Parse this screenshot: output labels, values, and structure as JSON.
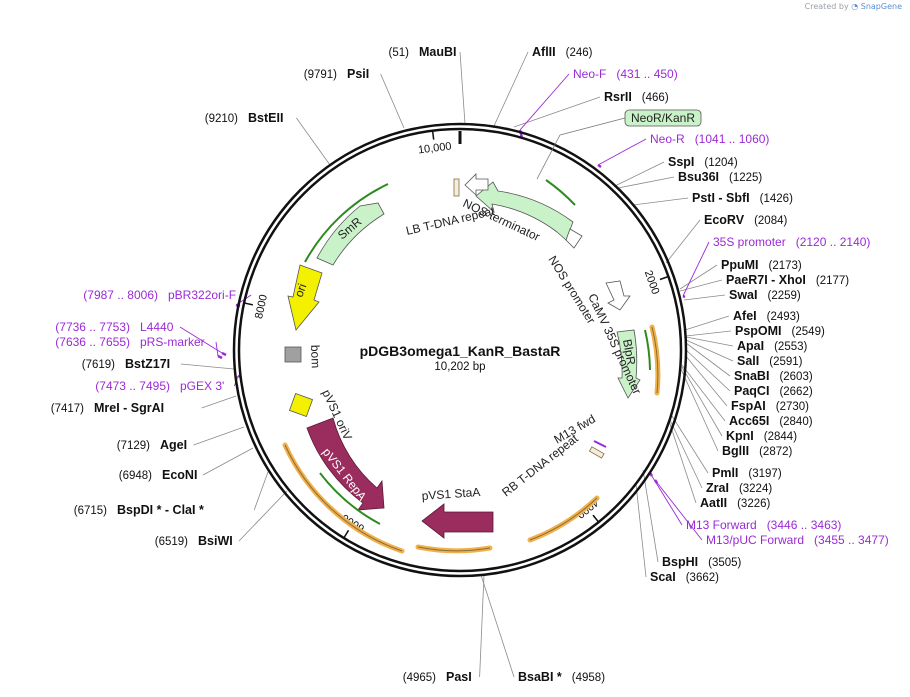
{
  "credit": {
    "prefix": "Created by",
    "brand": "SnapGene"
  },
  "plasmid": {
    "name": "pDGB3omega1_KanR_BastaR",
    "length_label": "10,202 bp",
    "length": 10202
  },
  "ticks": [
    {
      "pos": 10000,
      "label": "10,000"
    },
    {
      "pos": 2000,
      "label": "2000"
    },
    {
      "pos": 4000,
      "label": "4000"
    },
    {
      "pos": 6000,
      "label": "6000"
    },
    {
      "pos": 8000,
      "label": "8000"
    }
  ],
  "enzymes": [
    {
      "name": "MauBI",
      "pos": "(51)",
      "side": "L"
    },
    {
      "name": "AflII",
      "pos": "(246)",
      "side": "R"
    },
    {
      "name": "PsiI",
      "pos": "(9791)",
      "side": "L"
    },
    {
      "name": "RsrII",
      "pos": "(466)",
      "side": "R"
    },
    {
      "name": "BstEII",
      "pos": "(9210)",
      "side": "L"
    },
    {
      "name": "SspI",
      "pos": "(1204)",
      "side": "R"
    },
    {
      "name": "Bsu36I",
      "pos": "(1225)",
      "side": "R"
    },
    {
      "name": "PstI  -  SbfI",
      "pos": "(1426)",
      "side": "R"
    },
    {
      "name": "EcoRV",
      "pos": "(2084)",
      "side": "R"
    },
    {
      "name": "PpuMI",
      "pos": "(2173)",
      "side": "R"
    },
    {
      "name": "PaeR7I  -  XhoI",
      "pos": "(2177)",
      "side": "R"
    },
    {
      "name": "SwaI",
      "pos": "(2259)",
      "side": "R"
    },
    {
      "name": "AfeI",
      "pos": "(2493)",
      "side": "R"
    },
    {
      "name": "PspOMI",
      "pos": "(2549)",
      "side": "R"
    },
    {
      "name": "ApaI",
      "pos": "(2553)",
      "side": "R"
    },
    {
      "name": "SalI",
      "pos": "(2591)",
      "side": "R"
    },
    {
      "name": "SnaBI",
      "pos": "(2603)",
      "side": "R"
    },
    {
      "name": "PaqCI",
      "pos": "(2662)",
      "side": "R"
    },
    {
      "name": "FspAI",
      "pos": "(2730)",
      "side": "R"
    },
    {
      "name": "Acc65I",
      "pos": "(2840)",
      "side": "R"
    },
    {
      "name": "KpnI",
      "pos": "(2844)",
      "side": "R"
    },
    {
      "name": "BglII",
      "pos": "(2872)",
      "side": "R"
    },
    {
      "name": "PmlI",
      "pos": "(3197)",
      "side": "R"
    },
    {
      "name": "ZraI",
      "pos": "(3224)",
      "side": "R"
    },
    {
      "name": "AatII",
      "pos": "(3226)",
      "side": "R"
    },
    {
      "name": "BspHI",
      "pos": "(3505)",
      "side": "R"
    },
    {
      "name": "ScaI",
      "pos": "(3662)",
      "side": "R"
    },
    {
      "name": "BsaBI *",
      "pos": "(4958)",
      "side": "R"
    },
    {
      "name": "PasI",
      "pos": "(4965)",
      "side": "L"
    },
    {
      "name": "BsiWI",
      "pos": "(6519)",
      "side": "L"
    },
    {
      "name": "BspDI *  -  ClaI *",
      "pos": "(6715)",
      "side": "L"
    },
    {
      "name": "EcoNI",
      "pos": "(6948)",
      "side": "L"
    },
    {
      "name": "AgeI",
      "pos": "(7129)",
      "side": "L"
    },
    {
      "name": "MreI  -  SgrAI",
      "pos": "(7417)",
      "side": "L"
    },
    {
      "name": "BstZ17I",
      "pos": "(7619)",
      "side": "L"
    }
  ],
  "primers": [
    {
      "name": "Neo-F",
      "range": "(431 .. 450)",
      "side": "R"
    },
    {
      "name": "Neo-R",
      "range": "(1041 .. 1060)",
      "side": "R"
    },
    {
      "name": "35S promoter",
      "range": "(2120 .. 2140)",
      "side": "R"
    },
    {
      "name": "M13 Forward",
      "range": "(3446 .. 3463)",
      "side": "R"
    },
    {
      "name": "M13/pUC Forward",
      "range": "(3455 .. 3477)",
      "side": "R"
    },
    {
      "name": "pBR322ori-F",
      "range": "(7987 .. 8006)",
      "side": "L"
    },
    {
      "name": "L4440",
      "range": "(7736 .. 7753)",
      "side": "L"
    },
    {
      "name": "pRS-marker",
      "range": "(7636 .. 7655)",
      "side": "L"
    },
    {
      "name": "pGEX 3'",
      "range": "(7473 .. 7495)",
      "side": "L"
    }
  ],
  "features": {
    "neor_box": "NeoR/KanR",
    "nos_terminator": "NOS terminator",
    "lb_repeat": "LB T-DNA repeat",
    "nos_promoter": "NOS promoter",
    "camv_promoter": "CaMV 35S promoter",
    "smr": "SmR",
    "ori": "ori",
    "bom": "bom",
    "bla": "BlpR",
    "m13_fwd": "M13 fwd",
    "rb_repeat": "RB T-DNA repeat",
    "pvs1_oriv": "pVS1 oriV",
    "pvs1_repa": "pVS1 RepA",
    "pvs1_staa": "pVS1 StaA"
  },
  "colors": {
    "smr": "#c9f2c9",
    "ori": "#f3f000",
    "bla": "#c9f2c9",
    "pvs1": "#9a2d5e",
    "orange_arc": "#f0b04a",
    "green_arc": "#2e8b1e",
    "primer": "#9b2ad6"
  }
}
